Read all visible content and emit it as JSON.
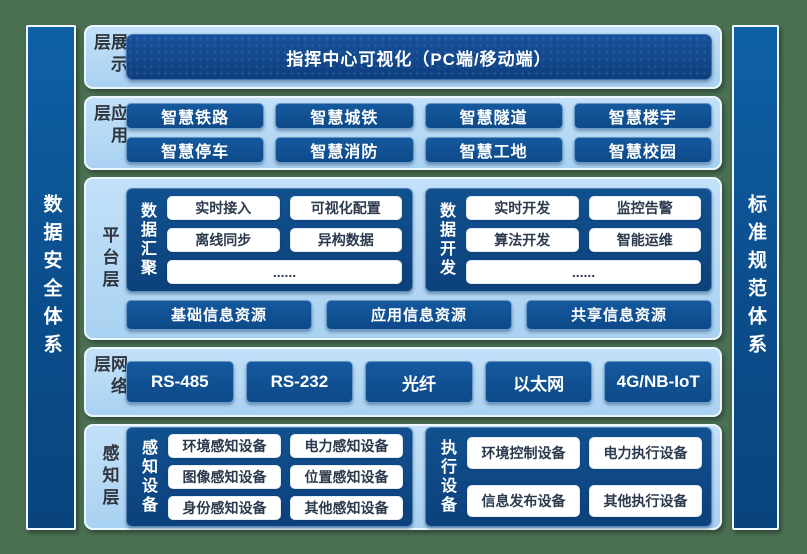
{
  "colors": {
    "green_bg": "#4a7052",
    "panel_blue": "#b4d8f4",
    "box_dark": "#0d4a89",
    "box_navy": "#0e3f7e",
    "pillar_blue": "#0b4d8c",
    "white_box_text": "#2c3a4e"
  },
  "sidebars": {
    "left": "数据安全体系",
    "right": "标准规范体系"
  },
  "layers": [
    {
      "label": "展示层",
      "box": "指挥中心可视化（PC端/移动端）"
    },
    {
      "label": "应用层",
      "boxes": [
        "智慧铁路",
        "智慧城铁",
        "智慧隧道",
        "智慧楼宇",
        "智慧停车",
        "智慧消防",
        "智慧工地",
        "智慧校园"
      ]
    },
    {
      "label": "平台层",
      "groups": [
        {
          "title": "数据汇聚",
          "items": [
            "实时接入",
            "可视化配置",
            "离线同步",
            "异构数据"
          ],
          "more": "......"
        },
        {
          "title": "数据开发",
          "items": [
            "实时开发",
            "监控告警",
            "算法开发",
            "智能运维"
          ],
          "more": "......"
        }
      ],
      "resources": [
        "基础信息资源",
        "应用信息资源",
        "共享信息资源"
      ]
    },
    {
      "label": "网络层",
      "boxes": [
        "RS-485",
        "RS-232",
        "光纤",
        "以太网",
        "4G/NB-IoT"
      ]
    },
    {
      "label": "感知层",
      "groups": [
        {
          "title": "感知设备",
          "items": [
            "环境感知设备",
            "电力感知设备",
            "图像感知设备",
            "位置感知设备",
            "身份感知设备",
            "其他感知设备"
          ]
        },
        {
          "title": "执行设备",
          "items": [
            "环境控制设备",
            "电力执行设备",
            "信息发布设备",
            "其他执行设备"
          ]
        }
      ]
    }
  ]
}
